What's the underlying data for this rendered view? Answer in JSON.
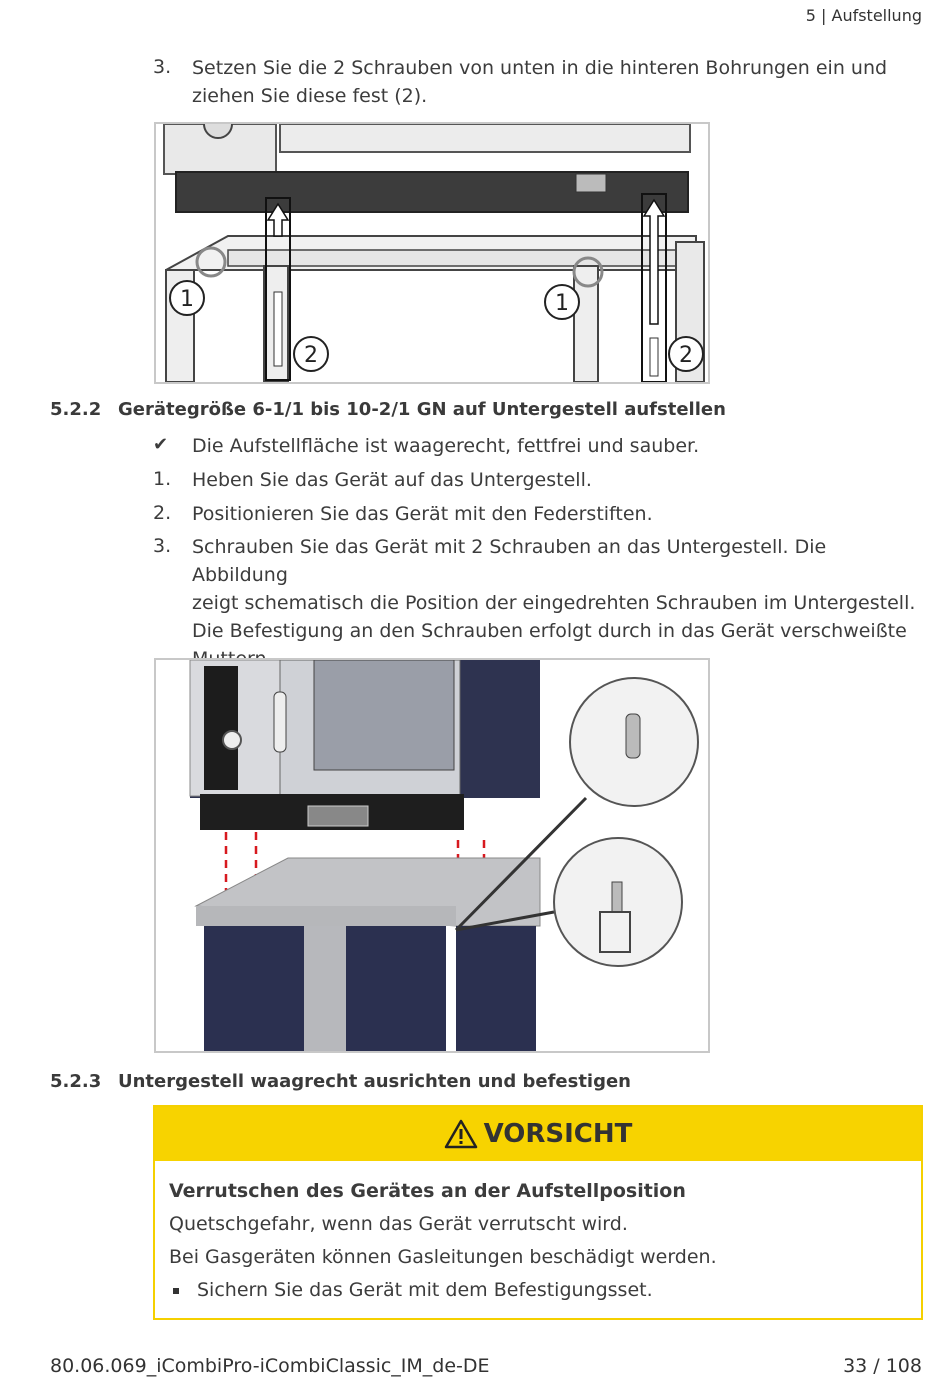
{
  "header": {
    "section": "5 | Aufstellung"
  },
  "step_a": {
    "num": "3.",
    "line1": "Setzen Sie die 2 Schrauben von unten in die hinteren Bohrungen ein und",
    "line2": "ziehen Sie diese fest (2)."
  },
  "figure1": {
    "callouts": [
      "1",
      "2",
      "1",
      "2"
    ]
  },
  "section_522": {
    "number": "5.2.2",
    "title": "Gerätegröße 6-1/1 bis 10-2/1 GN auf Untergestell aufstellen",
    "check_mark": "✔",
    "precondition": "Die Aufstellfläche ist waagerecht, fettfrei und sauber.",
    "steps": [
      {
        "num": "1.",
        "text": "Heben Sie das Gerät auf das Untergestell."
      },
      {
        "num": "2.",
        "text": "Positionieren Sie das Gerät mit den Federstiften."
      }
    ],
    "step3": {
      "num": "3.",
      "lines": [
        "Schrauben Sie das Gerät mit 2 Schrauben an das Untergestell. Die Abbildung",
        "zeigt schematisch die Position der eingedrehten Schrauben im Untergestell.",
        "Die Befestigung an den Schrauben erfolgt durch in das Gerät verschweißte",
        "Muttern."
      ]
    }
  },
  "section_523": {
    "number": "5.2.3",
    "title": "Untergestell waagrecht ausrichten und befestigen"
  },
  "warning": {
    "icon": "warning-triangle-icon",
    "label": "VORSICHT",
    "title": "Verrutschen des Gerätes an der Aufstellposition",
    "line1": "Quetschgefahr, wenn das Gerät verrutscht wird.",
    "line2": "Bei Gasgeräten können Gasleitungen beschädigt werden.",
    "bullet": "Sichern Sie das Gerät mit dem Befestigungsset."
  },
  "footer": {
    "doc_id": "80.06.069_iCombiPro-iCombiClassic_IM_de-DE",
    "page": "33 / 108"
  },
  "colors": {
    "warning_yellow": "#f7d300",
    "arrow_red": "#d7191f",
    "unit_navy": "#2b3050"
  }
}
